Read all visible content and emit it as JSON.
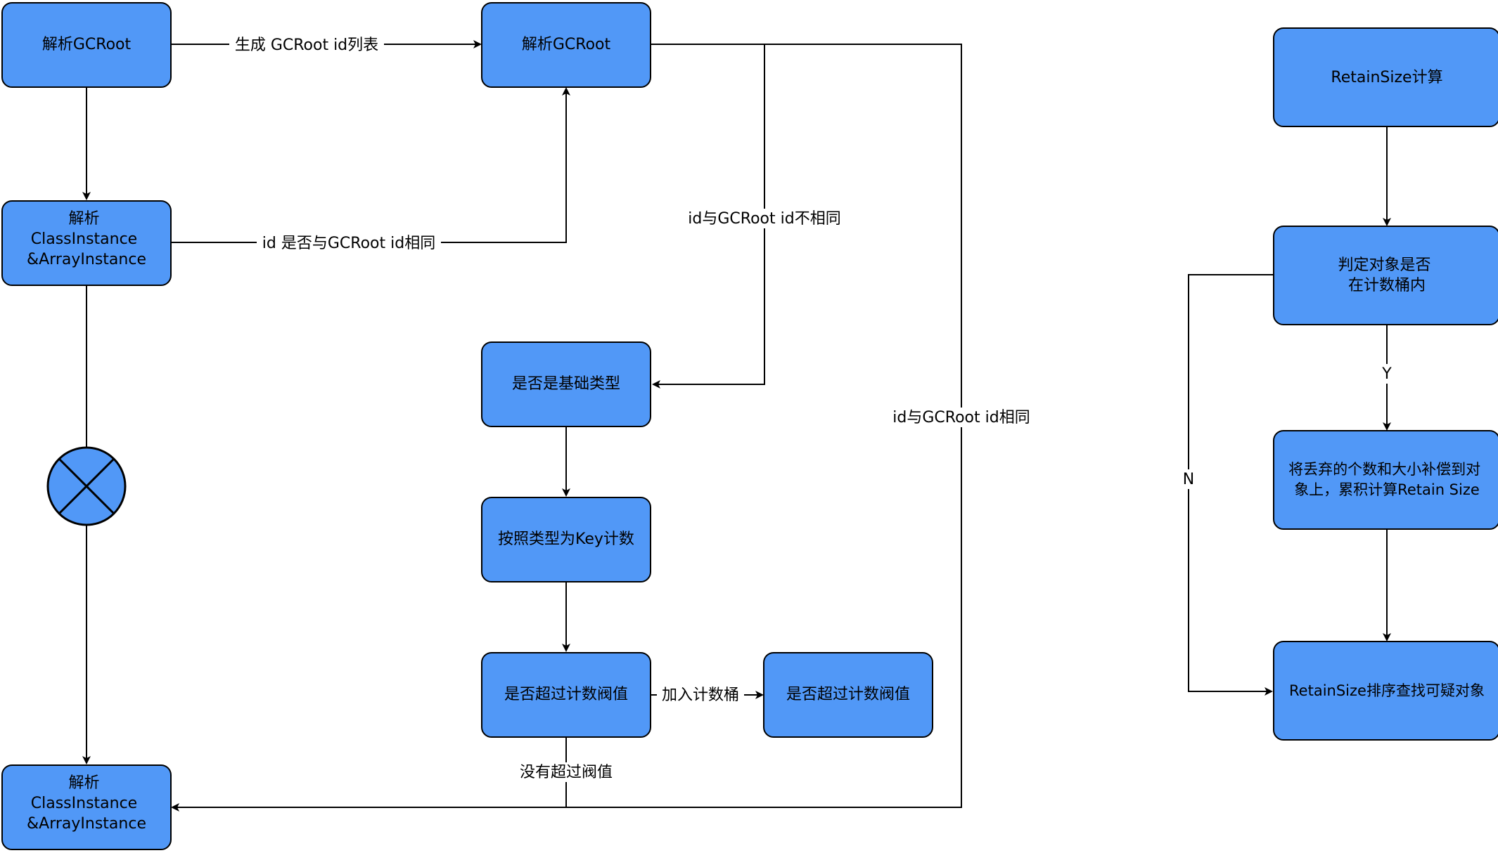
{
  "nodes": [
    {
      "id": "n1",
      "lines": [
        "解析GCRoot"
      ]
    },
    {
      "id": "n2",
      "lines": [
        "解析GCRoot"
      ]
    },
    {
      "id": "n3",
      "lines": [
        "解析",
        "ClassInstance",
        "&ArrayInstance"
      ]
    },
    {
      "id": "n4",
      "lines": [
        "解析",
        "ClassInstance",
        "&ArrayInstance"
      ]
    },
    {
      "id": "n5",
      "lines": [
        "是否是基础类型"
      ]
    },
    {
      "id": "n6",
      "lines": [
        "按照类型为Key计数"
      ]
    },
    {
      "id": "n7",
      "lines": [
        "是否超过计数阀值"
      ]
    },
    {
      "id": "n8",
      "lines": [
        "是否超过计数阀值"
      ]
    },
    {
      "id": "r1",
      "lines": [
        "RetainSize计算"
      ]
    },
    {
      "id": "r2",
      "lines": [
        "判定对象是否",
        "在计数桶内"
      ]
    },
    {
      "id": "r3",
      "lines": [
        "将丢弃的个数和大小补偿到对",
        "象上，累积计算Retain Size"
      ]
    },
    {
      "id": "r4",
      "lines": [
        "RetainSize排序查找可疑对象"
      ]
    }
  ],
  "edge_labels": {
    "gen_list": "生成 GCRoot id列表",
    "same_check": "id 是否与GCRoot id相同",
    "not_same": "id与GCRoot id不相同",
    "same": "id与GCRoot id相同",
    "add_bucket": "加入计数桶",
    "not_over": "没有超过阀值",
    "yes": "Y",
    "no": "N"
  },
  "colors": {
    "node_fill": "#5198f7",
    "stroke": "#000000",
    "background": "#ffffff"
  }
}
